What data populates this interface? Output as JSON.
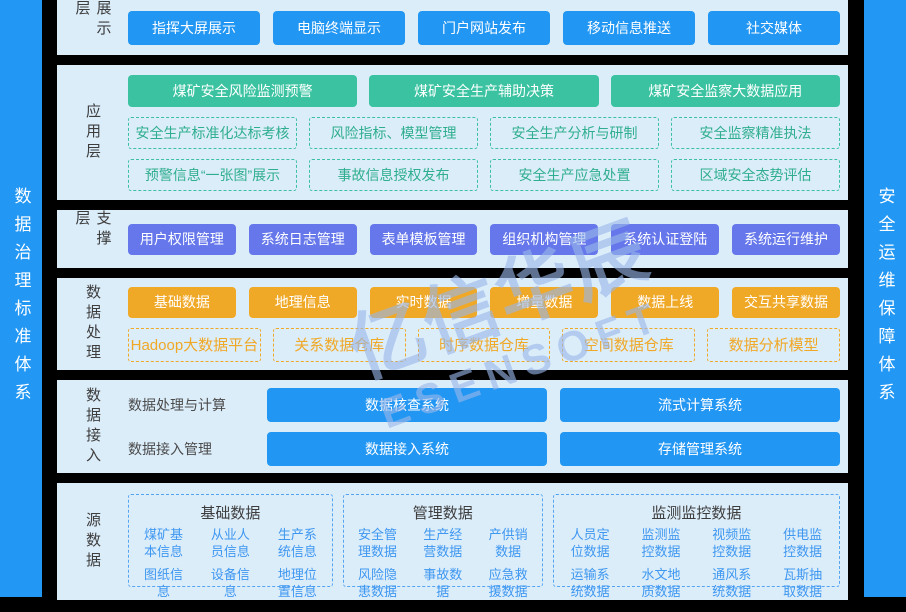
{
  "sidebars": {
    "left": "数据治理标准体系",
    "right": "安全运维保障体系"
  },
  "watermark": {
    "line1": "亿信华辰",
    "line2": "ESENSOFT"
  },
  "layers": {
    "display": {
      "label": "展示层",
      "buttons": [
        "指挥大屏展示",
        "电脑终端显示",
        "门户网站发布",
        "移动信息推送",
        "社交媒体"
      ]
    },
    "application": {
      "label": "应用层",
      "primary": [
        "煤矿安全风险监测预警",
        "煤矿安全生产辅助决策",
        "煤矿安全监察大数据应用"
      ],
      "features_row1": [
        "安全生产标准化达标考核",
        "风险指标、模型管理",
        "安全生产分析与研制",
        "安全监察精准执法"
      ],
      "features_row2": [
        "预警信息“一张图”展示",
        "事故信息授权发布",
        "安全生产应急处置",
        "区域安全态势评估"
      ]
    },
    "support": {
      "label": "支撑层",
      "buttons": [
        "用户权限管理",
        "系统日志管理",
        "表单模板管理",
        "组织机构管理",
        "系统认证登陆",
        "系统运行维护"
      ]
    },
    "processing": {
      "label": "数据处理",
      "solid": [
        "基础数据",
        "地理信息",
        "实时数据",
        "增量数据",
        "数据上线",
        "交互共享数据"
      ],
      "dashed": [
        "Hadoop大数据平台",
        "关系数据仓库",
        "时序数据仓库",
        "空间数据仓库",
        "数据分析模型"
      ]
    },
    "access": {
      "label": "数据接入",
      "rows": [
        {
          "label": "数据处理与计算",
          "buttons": [
            "数据核查系统",
            "流式计算系统"
          ]
        },
        {
          "label": "数据接入管理",
          "buttons": [
            "数据接入系统",
            "存储管理系统"
          ]
        }
      ]
    },
    "source": {
      "label": "源数据",
      "groups": [
        {
          "title": "基础数据",
          "items": [
            "煤矿基本信息",
            "从业人员信息",
            "生产系统信息",
            "图纸信息",
            "设备信息",
            "地理位置信息"
          ]
        },
        {
          "title": "管理数据",
          "items": [
            "安全管理数据",
            "生产经营数据",
            "产供销数据",
            "风险隐患数据",
            "事故数据",
            "应急救援数据"
          ]
        },
        {
          "title": "监测监控数据",
          "items": [
            "人员定位数据",
            "监测监控数据",
            "视频监控数据",
            "供电监控数据",
            "运输系统数据",
            "水文地质数据",
            "通风系统数据",
            "瓦斯抽取数据"
          ]
        }
      ]
    }
  },
  "colors": {
    "background": "#000000",
    "sidebar_blue": "#2297F3",
    "panel_bg": "#DCEDFA",
    "button_blue": "#2196F3",
    "button_green": "#3BC3A1",
    "button_indigo": "#6577EA",
    "button_orange": "#F0A827",
    "dashed_teal": "#3CBFA4",
    "source_border_blue": "#55A4F2",
    "source_text_blue": "#3E97F0"
  }
}
